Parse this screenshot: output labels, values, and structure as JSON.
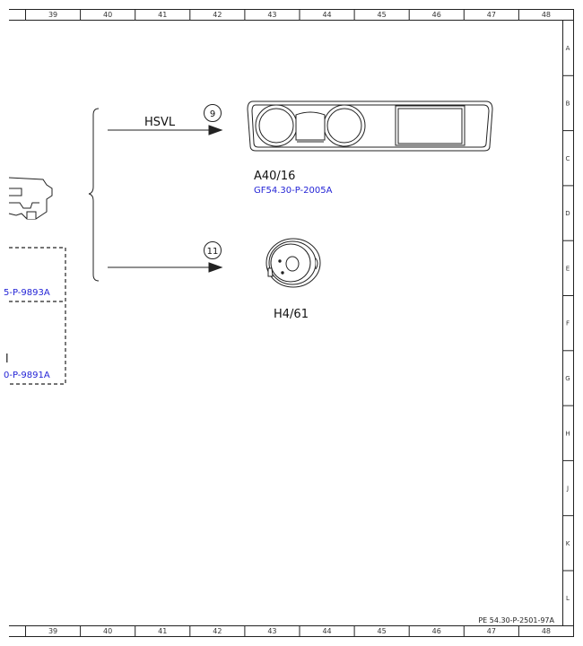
{
  "ruler": {
    "columns": [
      "39",
      "40",
      "41",
      "42",
      "43",
      "44",
      "45",
      "46",
      "47",
      "48"
    ],
    "rows": [
      "A",
      "B",
      "C",
      "D",
      "E",
      "F",
      "G",
      "H",
      "J",
      "K",
      "L"
    ]
  },
  "signal": {
    "label": "HSVL"
  },
  "components": [
    {
      "callout": "9",
      "code": "A40/16",
      "link": "GF54.30-P-2005A"
    },
    {
      "callout": "11",
      "code": "H4/61",
      "link": ""
    }
  ],
  "partial_links": [
    {
      "text": "5-P-9893A"
    },
    {
      "text": "0-P-9891A"
    }
  ],
  "partial_label": {
    "text": "l"
  },
  "doc_ref": "PE 54.30-P-2501-97A"
}
